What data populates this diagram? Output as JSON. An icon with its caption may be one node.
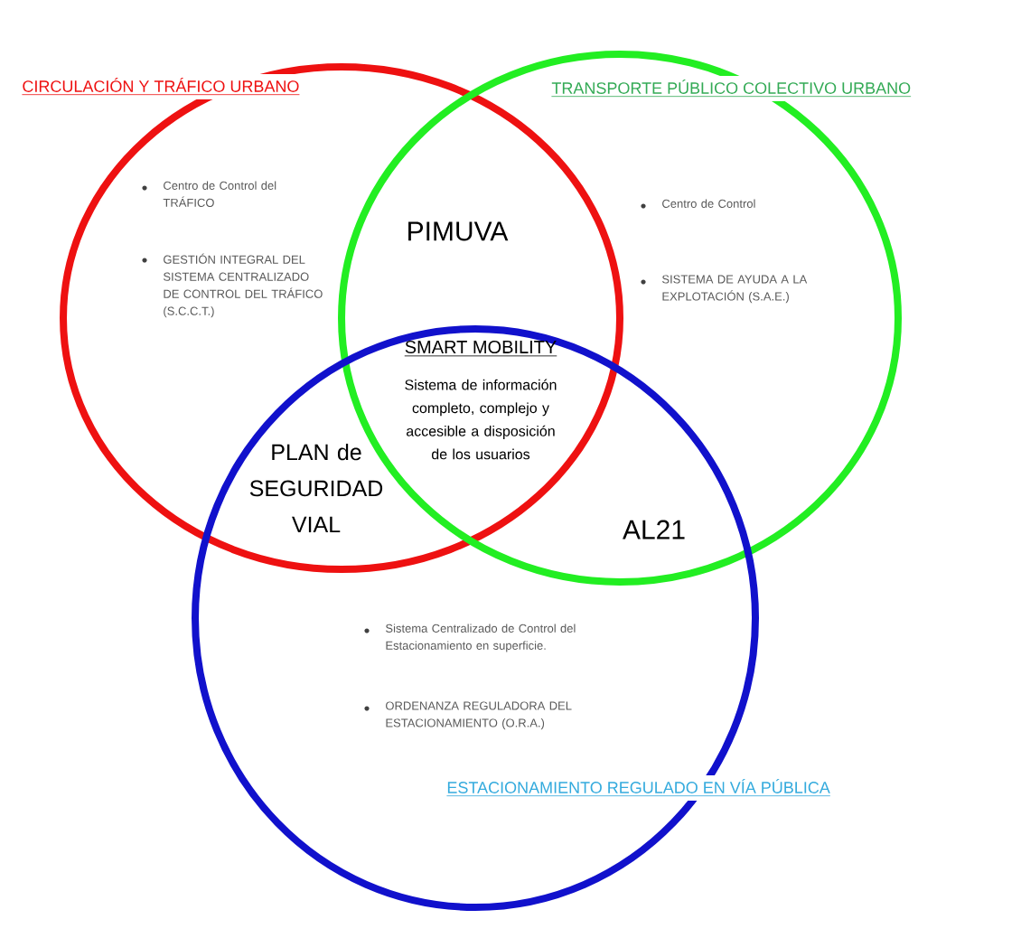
{
  "diagram": {
    "nodes": [
      {
        "text": [
          "CIRCULACIÓN Y TRÁFICO URBANO",
          "Centro de Control del TRÁFICO",
          "GESTIÓN INTEGRAL DEL SISTEMA CENTRALIZADO DE CONTROL DEL TRÁFICO (S.C.C.T.)"
        ]
      },
      {
        "text": [
          "TRANSPORTE PÚBLICO COLECTIVO URBANO",
          "Centro de Control",
          "SISTEMA DE AYUDA A LA EXPLOTACIÓN (S.A.E.)"
        ]
      },
      {
        "text": [
          "Sistema Centralizado de Control del Estacionamiento en superficie.",
          "ORDENANZA REGULADORA DEL ESTACIONAMIENTO (O.R.A.)",
          "ESTACIONAMIENTO REGULADO EN VÍA PÚBLICA"
        ]
      }
    ],
    "labels": [
      "PIMUVA",
      "SMART MOBILITY",
      "Sistema de información completo, complejo y accesible a disposición de los usuarios",
      "PLAN de SEGURIDAD VIAL",
      "AL21"
    ]
  }
}
